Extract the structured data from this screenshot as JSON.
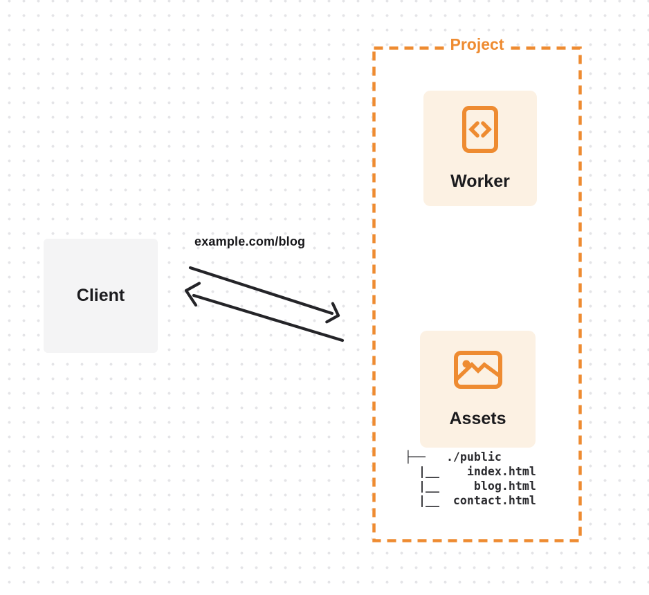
{
  "diagram": {
    "client": {
      "label": "Client"
    },
    "request": {
      "url": "example.com/blog"
    },
    "project": {
      "label": "Project",
      "nodes": [
        {
          "id": "worker",
          "label": "Worker",
          "icon": "code-document-icon"
        },
        {
          "id": "assets",
          "label": "Assets",
          "icon": "image-icon"
        }
      ],
      "file_tree": "├──   ./public\n  |__    index.html\n  |__     blog.html\n  |__  contact.html"
    },
    "colors": {
      "accent_orange": "#ee8b31",
      "card_background": "#fcf1e3",
      "client_background": "#f4f4f5",
      "text_dark": "#1b1b1e",
      "arrow_color": "#242428",
      "dot_grid": "#e4e4e7"
    }
  }
}
